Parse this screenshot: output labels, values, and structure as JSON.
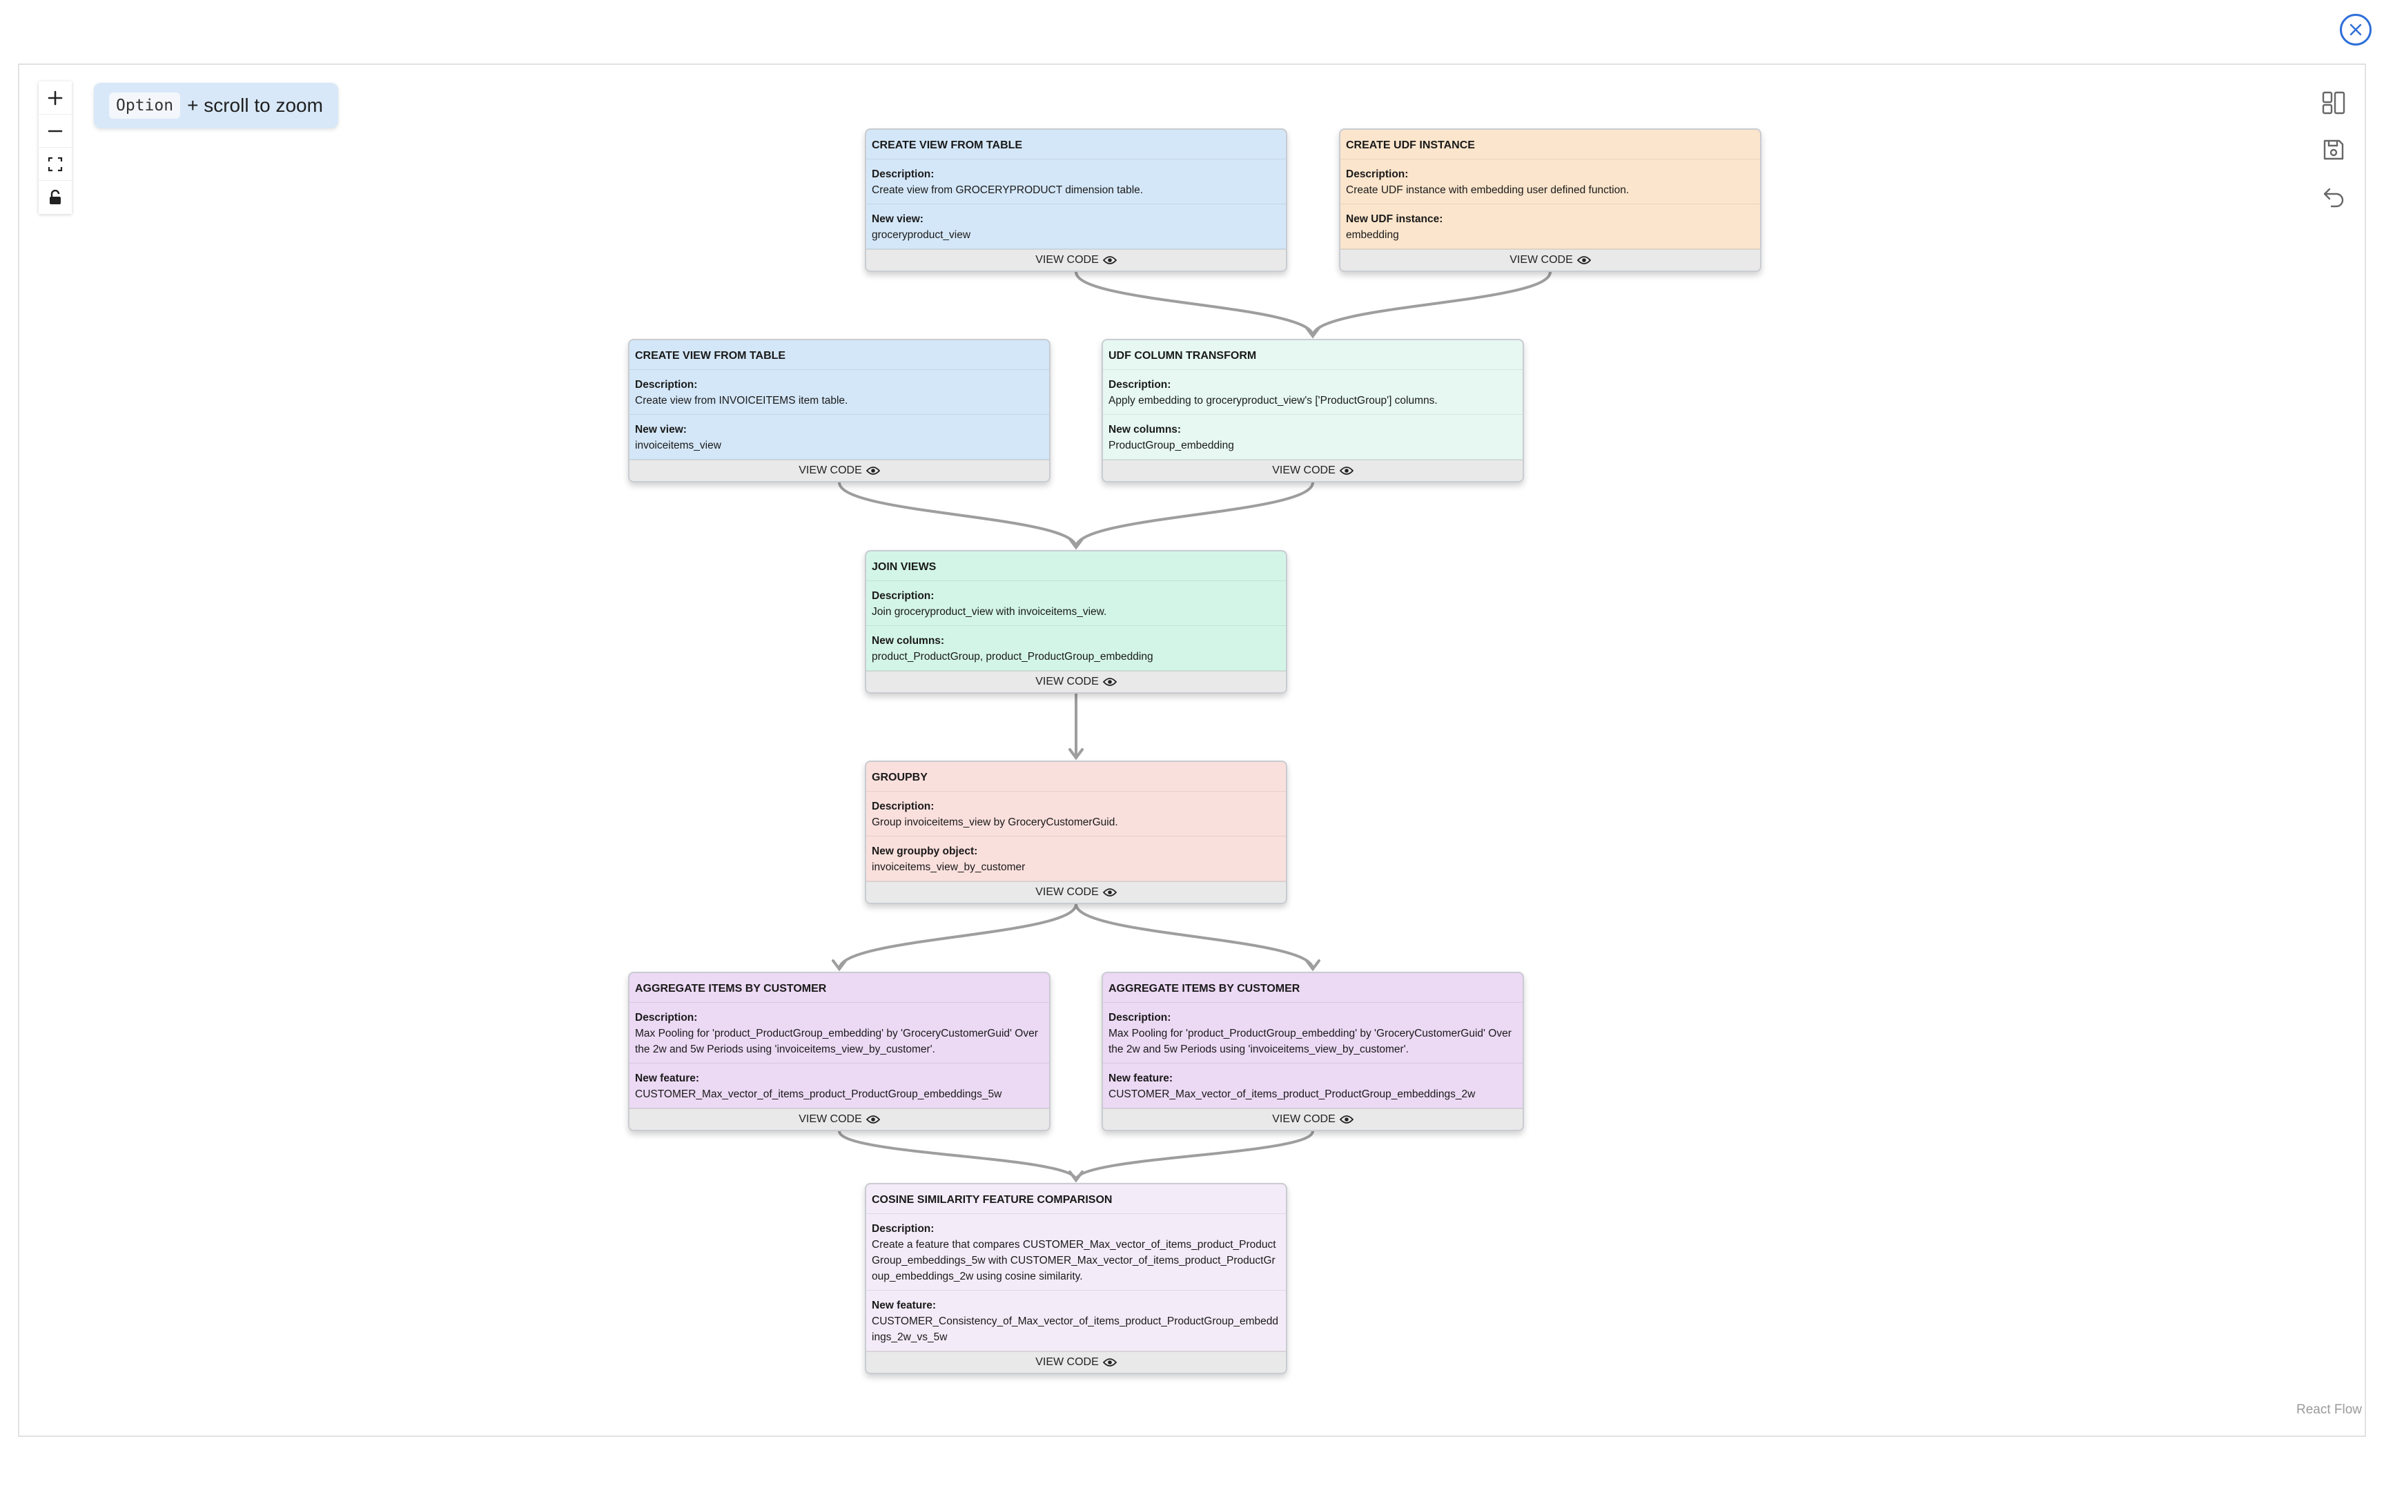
{
  "app": {
    "zoom_hint_key": "Option",
    "zoom_hint_text": "+ scroll to zoom",
    "attribution": "React Flow",
    "view_code_label": "VIEW CODE"
  },
  "colors": {
    "blue": "#d4e7f8",
    "orange": "#fbe5cc",
    "mint": "#e6f8f1",
    "teal": "#d3f5e8",
    "pink": "#fae0dd",
    "purple": "#ecd9f4",
    "lavender": "#f4ebf8",
    "edge": "#9e9e9e",
    "accent": "#2f6fd8"
  },
  "icons": {
    "close": "close-icon",
    "zoom_in": "plus-icon",
    "zoom_out": "minus-icon",
    "fit_view": "fit-view-icon",
    "lock": "lock-icon",
    "layout": "layout-icon",
    "save": "save-icon",
    "undo": "undo-icon",
    "view_code": "eye-icon"
  },
  "nodes": [
    {
      "id": "n1",
      "title": "CREATE VIEW FROM TABLE",
      "color": "blue",
      "sections": [
        {
          "label": "Description:",
          "text": "Create view from GROCERYPRODUCT dimension table."
        },
        {
          "label": "New view:",
          "text": "groceryproduct_view"
        }
      ]
    },
    {
      "id": "n2",
      "title": "CREATE UDF INSTANCE",
      "color": "orange",
      "sections": [
        {
          "label": "Description:",
          "text": "Create UDF instance with embedding user defined function."
        },
        {
          "label": "New UDF instance:",
          "text": "embedding"
        }
      ]
    },
    {
      "id": "n3",
      "title": "CREATE VIEW FROM TABLE",
      "color": "blue",
      "sections": [
        {
          "label": "Description:",
          "text": "Create view from INVOICEITEMS item table."
        },
        {
          "label": "New view:",
          "text": "invoiceitems_view"
        }
      ]
    },
    {
      "id": "n4",
      "title": "UDF COLUMN TRANSFORM",
      "color": "mint",
      "sections": [
        {
          "label": "Description:",
          "text": "Apply embedding to groceryproduct_view's ['ProductGroup'] columns."
        },
        {
          "label": "New columns:",
          "text": "ProductGroup_embedding"
        }
      ]
    },
    {
      "id": "n5",
      "title": "JOIN VIEWS",
      "color": "teal",
      "sections": [
        {
          "label": "Description:",
          "text": "Join groceryproduct_view with invoiceitems_view."
        },
        {
          "label": "New columns:",
          "text": "product_ProductGroup, product_ProductGroup_embedding"
        }
      ]
    },
    {
      "id": "n6",
      "title": "GROUPBY",
      "color": "pink",
      "sections": [
        {
          "label": "Description:",
          "text": "Group invoiceitems_view by GroceryCustomerGuid."
        },
        {
          "label": "New groupby object:",
          "text": "invoiceitems_view_by_customer"
        }
      ]
    },
    {
      "id": "n7",
      "title": "AGGREGATE ITEMS BY CUSTOMER",
      "color": "purple",
      "sections": [
        {
          "label": "Description:",
          "text": "Max Pooling for 'product_ProductGroup_embedding' by 'GroceryCustomerGuid' Over the 2w and 5w Periods using 'invoiceitems_view_by_customer'."
        },
        {
          "label": "New feature:",
          "text": "CUSTOMER_Max_vector_of_items_product_ProductGroup_embeddings_5w"
        }
      ]
    },
    {
      "id": "n8",
      "title": "AGGREGATE ITEMS BY CUSTOMER",
      "color": "purple",
      "sections": [
        {
          "label": "Description:",
          "text": "Max Pooling for 'product_ProductGroup_embedding' by 'GroceryCustomerGuid' Over the 2w and 5w Periods using 'invoiceitems_view_by_customer'."
        },
        {
          "label": "New feature:",
          "text": "CUSTOMER_Max_vector_of_items_product_ProductGroup_embeddings_2w"
        }
      ]
    },
    {
      "id": "n9",
      "title": "COSINE SIMILARITY FEATURE COMPARISON",
      "color": "lavender",
      "sections": [
        {
          "label": "Description:",
          "text": "Create a feature that compares CUSTOMER_Max_vector_of_items_product_ProductGroup_embeddings_5w with CUSTOMER_Max_vector_of_items_product_ProductGroup_embeddings_2w using cosine similarity."
        },
        {
          "label": "New feature:",
          "text": "CUSTOMER_Consistency_of_Max_vector_of_items_product_ProductGroup_embeddings_2w_vs_5w"
        }
      ]
    }
  ],
  "edges": [
    {
      "from": "n1",
      "to": "n4"
    },
    {
      "from": "n2",
      "to": "n4"
    },
    {
      "from": "n3",
      "to": "n5"
    },
    {
      "from": "n4",
      "to": "n5"
    },
    {
      "from": "n5",
      "to": "n6"
    },
    {
      "from": "n6",
      "to": "n7"
    },
    {
      "from": "n6",
      "to": "n8"
    },
    {
      "from": "n7",
      "to": "n9"
    },
    {
      "from": "n8",
      "to": "n9"
    }
  ]
}
